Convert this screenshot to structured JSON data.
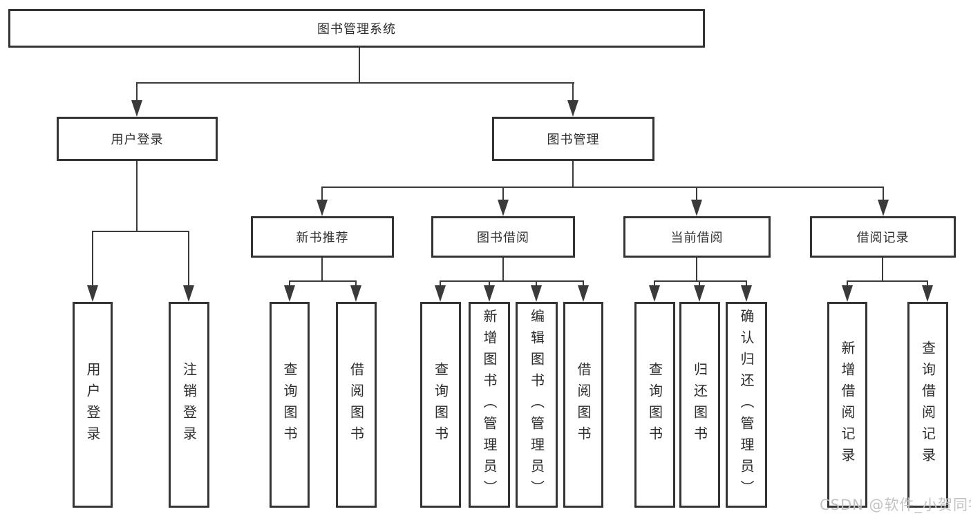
{
  "diagram": {
    "root": {
      "label": "图书管理系统"
    },
    "branches": [
      {
        "label": "用户登录",
        "children": [
          {
            "label": "用户登录"
          },
          {
            "label": "注销登录"
          }
        ]
      },
      {
        "label": "图书管理",
        "children": [
          {
            "label": "新书推荐",
            "children": [
              {
                "label": "查询图书"
              },
              {
                "label": "借阅图书"
              }
            ]
          },
          {
            "label": "图书借阅",
            "children": [
              {
                "label": "查询图书"
              },
              {
                "label": "新增图书（管理员）"
              },
              {
                "label": "编辑图书（管理员）"
              },
              {
                "label": "借阅图书"
              }
            ]
          },
          {
            "label": "当前借阅",
            "children": [
              {
                "label": "查询图书"
              },
              {
                "label": "归还图书"
              },
              {
                "label": "确认归还（管理员）"
              }
            ]
          },
          {
            "label": "借阅记录",
            "children": [
              {
                "label": "新增借阅记录"
              },
              {
                "label": "查询借阅记录"
              }
            ]
          }
        ]
      }
    ]
  },
  "watermark": {
    "text": "CSDN @软件_小贺同学"
  },
  "colors": {
    "line": "#3a3a3a",
    "box_border": "#333333",
    "text": "#2d2d2d",
    "watermark": "#c2c2c2",
    "background": "#ffffff"
  }
}
